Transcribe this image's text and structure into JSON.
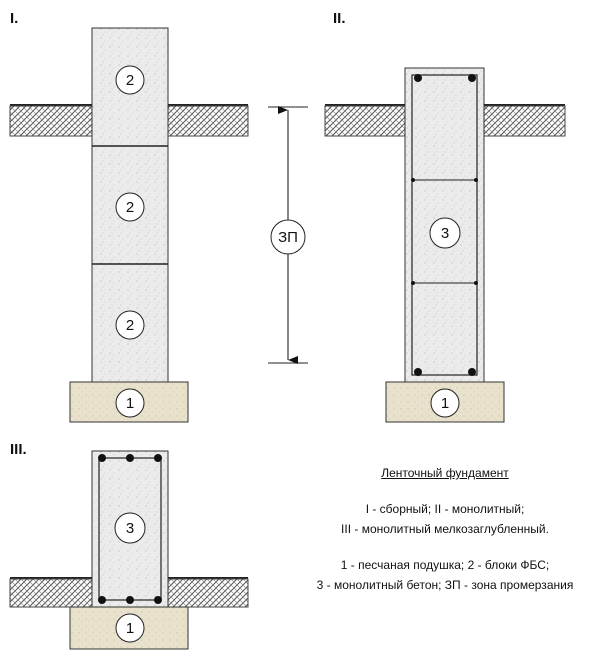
{
  "sections": {
    "one": "I.",
    "two": "II.",
    "three": "III."
  },
  "markers": {
    "sand_cushion": "1",
    "fbs_block": "2",
    "monolithic_concrete": "3",
    "frost_zone": "ЗП"
  },
  "legend": {
    "title": "Ленточный фундамент",
    "types_line_1": "I - сборный; II - монолитный;",
    "types_line_2": "III - монолитный мелкозаглубленный.",
    "parts_line_1": "1 - песчаная подушка; 2 - блоки ФБС;",
    "parts_line_2": "3 - монолитный бетон; ЗП - зона промерзания"
  },
  "colors": {
    "concrete": "#e9e9e9",
    "sand": "#e6dfc9",
    "soil": "#c8c8c8",
    "stroke": "#222222"
  }
}
